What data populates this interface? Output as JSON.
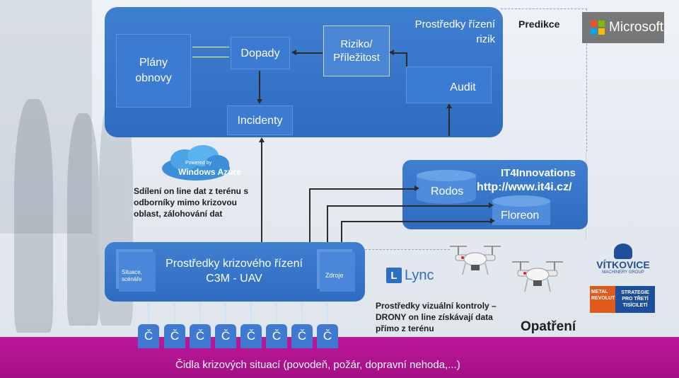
{
  "top_panel": {
    "plany_obnovy": "Plány obnovy",
    "dopady": "Dopady",
    "riziko": "Riziko/ Příležitost",
    "prostredky_rizeni": "Prostředky řízení rizik",
    "audit": "Audit",
    "incidenty": "Incidenty"
  },
  "predikce": "Predikce",
  "microsoft_logo_text": "Microsoft",
  "azure": {
    "powered_by": "Powered by",
    "logo_text": "Windows Azure",
    "description": "Sdílení on line dat z terénu s odborníky mimo krizovou oblast, zálohování dat"
  },
  "it4i_panel": {
    "rodos": "Rodos",
    "company": "IT4Innovations",
    "url": "http://www.it4i.cz/",
    "floreon": "Floreon"
  },
  "c3m_panel": {
    "situace": "Situace, scénáře",
    "title": "Prostředky krizového řízení C3M - UAV",
    "zdroje": "Zdroje"
  },
  "lync_logo_text": "Lync",
  "drones_caption": "Prostředky vizuální kontroly – DRONY on line získávají data přímo z terénu",
  "vitkovice": {
    "name": "VÍTKOVICE",
    "group": "MACHINERY GROUP",
    "badge_left": "METAL REVOLUTION",
    "badge_right": "STRATEGIE PRO TŘETÍ TISÍCILETÍ"
  },
  "opatreni": "Opatření",
  "sensors": [
    "Č",
    "Č",
    "Č",
    "Č",
    "Č",
    "Č",
    "Č",
    "Č"
  ],
  "footer": "Čidla krizových situací (povodeň, požár, dopravní nehoda,...)",
  "colors": {
    "panel": "#3373c8",
    "footer": "#b5158e",
    "text_dark": "#1e1e1e"
  }
}
